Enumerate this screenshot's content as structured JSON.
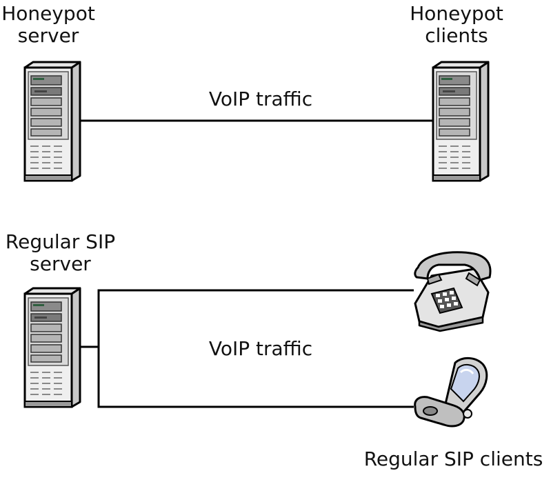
{
  "labels": {
    "honeypot_server_line1": "Honeypot",
    "honeypot_server_line2": "server",
    "honeypot_clients_line1": "Honeypot",
    "honeypot_clients_line2": "clients",
    "regular_server_line1": "Regular SIP",
    "regular_server_line2": "server",
    "regular_clients": "Regular SIP clients"
  },
  "traffic": {
    "top_label": "VoIP traffic",
    "bottom_label": "VoIP traffic"
  },
  "icons": [
    "server-icon",
    "desk-phone-icon",
    "mobile-phone-icon"
  ]
}
